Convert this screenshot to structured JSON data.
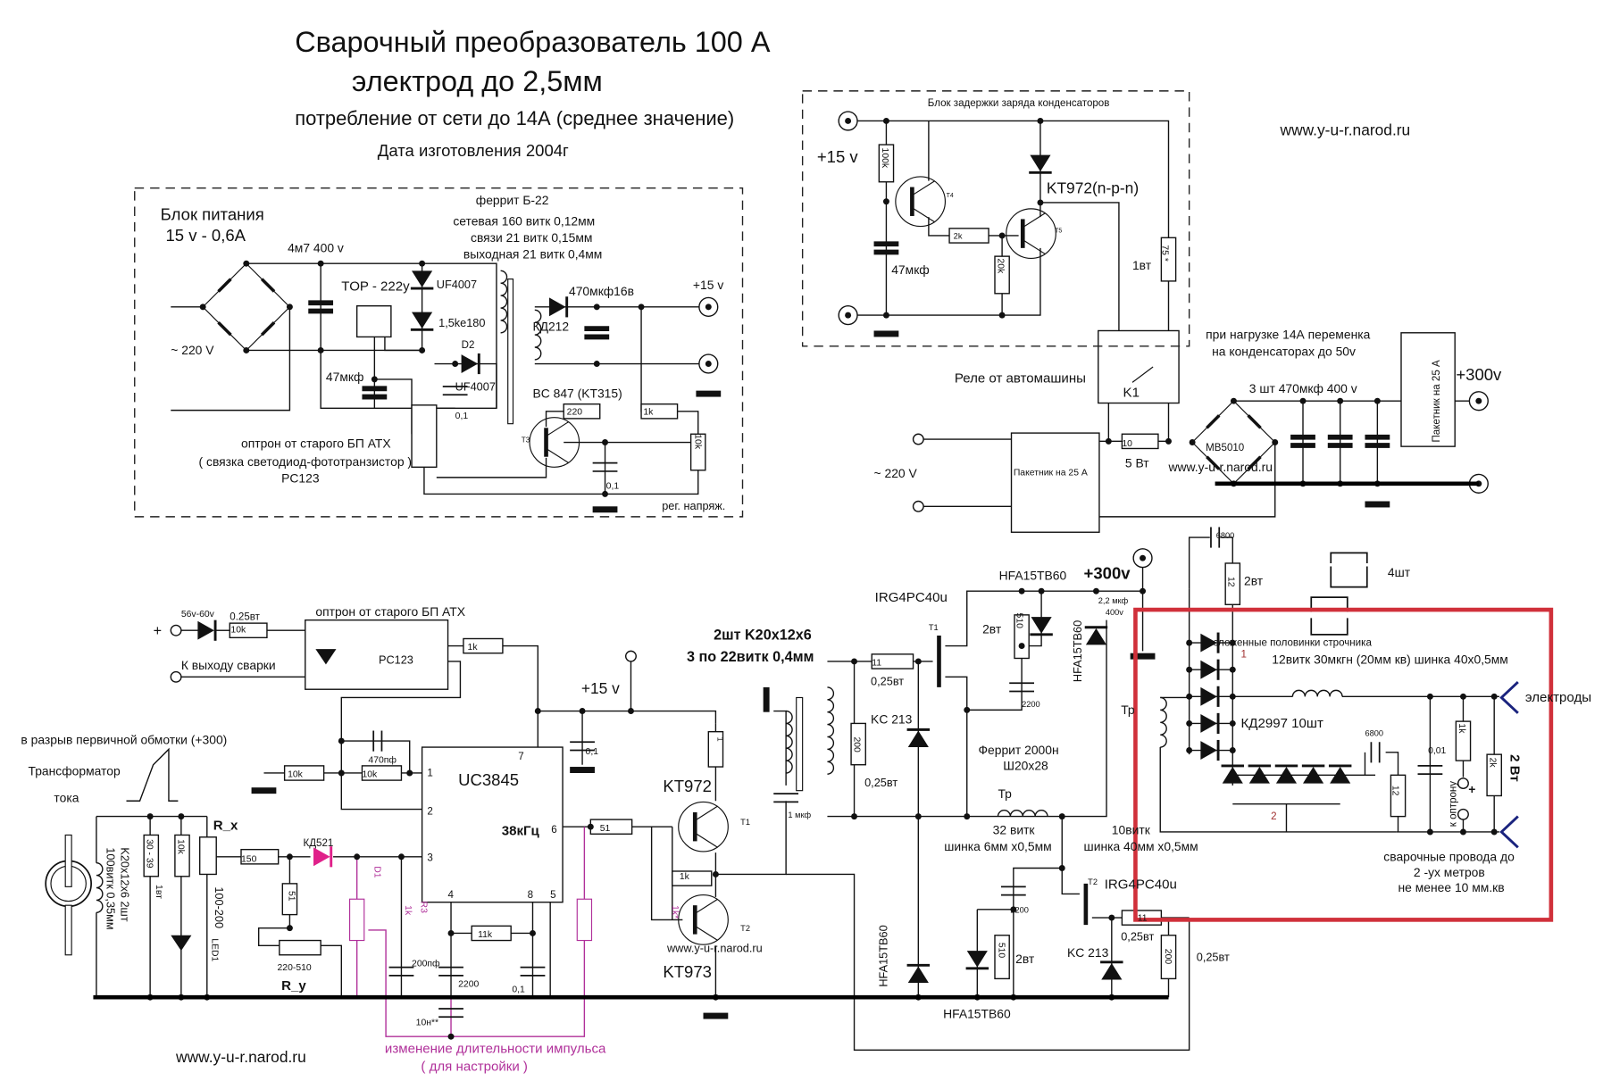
{
  "title": {
    "line1": "Сварочный преобразователь   100 А",
    "line2": "электрод до 2,5мм",
    "line3": "потребление от сети до 14А (среднее значение)",
    "line4": "Дата изготовления  2004г"
  },
  "website": "www.y-u-r.narod.ru",
  "colors": {
    "highlight_frame": "#d0303a",
    "adjust_circuit": "#b0309a",
    "electrode_mark": "#1a237e"
  },
  "psu": {
    "title": "Блок питания",
    "spec": "15 v - 0,6A",
    "ferrite": "феррит  Б-22",
    "winding_mains": "сетевая  160 витк 0,12мм",
    "winding_feedback": "связи 21 витк 0,15мм",
    "winding_output": "выходная 21 витк 0,4мм",
    "cap_input": "4м7 400 v",
    "ic": "TOP - 222y",
    "diode1": "UF4007",
    "tvs": "1,5ke180",
    "cap_output": "470мкф16в",
    "out_plus": "+15 v",
    "rect_diode": "КД212",
    "mains": "~ 220 V",
    "d2": "D2",
    "cap_47": "47мкф",
    "diode2": "UF4007",
    "transistor": "BC 847 (KT315)",
    "r220": "220",
    "r1k": "1k",
    "r10k": "10k",
    "t3": "Т3",
    "c01a": "0,1",
    "c01b": "0,1",
    "opto1": "оптрон от старого БП  АТХ",
    "opto2": "( связка светодиод-фототранзистор )",
    "opto3": "PC123",
    "reg": "рег. напряж."
  },
  "delay": {
    "title": "Блок   задержки заряда  конденсаторов",
    "plus15": "+15 v",
    "r100k": "100k",
    "kt972": "KT972(n-p-n)",
    "t4": "T4",
    "r2k": "2k",
    "t5": "T5",
    "cap": "47мкф",
    "r20k": "20k",
    "w1": "1вт",
    "r75": "75 *"
  },
  "mains_block": {
    "relay": "Реле от автомашины",
    "k1": "K1",
    "note1": "при нагрузке 14А переменка",
    "note2": "на конденсаторах до 50v",
    "breaker_right": "Пакетник на 25 А",
    "plus300": "+300v",
    "caps": "3 шт  470мкф 400 v",
    "r10": "10",
    "r10w": "5 Вт",
    "bridge": "MB5010",
    "mains": "~ 220 V",
    "breaker_left": "Пакетник на 25 А"
  },
  "control": {
    "zener": "56v-60v",
    "r_w": "0.25вт",
    "r10k": "10k",
    "plus": "+",
    "opto": "оптрон от старого БП  АТХ",
    "pc123": "PC123",
    "to_output": "К выходу сварки",
    "r1k": "1k",
    "ct_note": "в разрыв первичной обмотки (+300)",
    "ct1": "Трансформатор",
    "ct2": "тока",
    "plus15": "+15 v",
    "c01": "0,1",
    "c470": "470пф",
    "r10k_a": "10k",
    "r10k_b": "10k",
    "ic": "UC3845",
    "pin7": "7",
    "pin1": "1",
    "pin2": "2",
    "freq": "38кГц",
    "pin6": "6",
    "pin3": "3",
    "pin4": "4",
    "pin8": "8",
    "pin5": "5",
    "r51": "51",
    "rx": "R_x",
    "r3039": "30 - 39",
    "r10k_v": "10k",
    "w1": "1вт",
    "r100200": "100-200",
    "r150": "150",
    "kd521": "КД521",
    "d1": "D1",
    "r51v": "51",
    "r3": "R3",
    "r3val": "1k",
    "r1kstar": "1k*",
    "ct_core": "K20x12x6  2шт",
    "ct_wind": "100витк 0,35мм",
    "led": "LED1",
    "ry_val": "220-510",
    "ry": "R_y",
    "r11k": "11k",
    "c200": "200пф",
    "c2200": "2200",
    "c01b": "0,1",
    "c10n": "10н**",
    "adjust1": "изменение длительности импульса",
    "adjust2": "( для настройки  )"
  },
  "driver": {
    "gdt1": "2шт K20x12x6",
    "gdt2": "3 по 22витк 0,4мм",
    "kt972": "KT972",
    "t1": "T1",
    "r1k": "1k",
    "t2": "T2",
    "watermark": "www.y-u-r.narod.ru",
    "kt973": "KT973",
    "c1u": "1 мкф",
    "r1": "1"
  },
  "power": {
    "igbt1": "IRG4PC40u",
    "t1": "T1",
    "r11": "11",
    "r11w": "0,25вт",
    "kc213a": "KC 213",
    "r200": "200",
    "r200w": "0,25вт",
    "hfa_top": "HFA15TB60",
    "plus300": "+300v",
    "c22": "2,2 мкф",
    "c22v": "400v",
    "w2a": "2вт",
    "r510a": "510",
    "hfa_vert": "HFA15TB60",
    "c2200a": "2200",
    "ferrite1": "Феррит 2000н",
    "ferrite2": "Ш20x28",
    "tp": "Тр",
    "prim1": "32 витк",
    "prim2": "шинка 6мм x0,5мм",
    "sec1": "10витк",
    "sec2": "шинка 40мм x0,5мм",
    "t2": "T2",
    "igbt2": "IRG4PC40u",
    "c2200b": "2200",
    "r510b": "510",
    "w2b": "2вт",
    "kc213b": "KC 213",
    "r11b": "11",
    "r11bw": "0,25вт",
    "r200b": "200",
    "r200bw": "0,25вт",
    "hfa_left": "HFA15TB60",
    "hfa_bottom": "HFA15TB60"
  },
  "output": {
    "c6800a": "6800",
    "r12a": "12",
    "w2": "2вт",
    "cores": "4шт",
    "choke1": "сложенные половинки строчника",
    "mark1": "1",
    "choke2": "12витк 30мкгн   (20мм кв) шинка 40x0,5мм",
    "tp": "Тр",
    "electrodes": "электроды",
    "diodes": "КД2997 10шт",
    "c6800b": "6800",
    "c001": "0,01",
    "r1k": "1k",
    "r2k": "2k",
    "w2b": "2 Вт",
    "to_opto": "к оптрону",
    "plus": "+",
    "mark2": "2",
    "r12b": "12",
    "cable1": "сварочные провода до",
    "cable2": "2 -ух метров",
    "cable3": "не менее  10 мм.кв"
  }
}
